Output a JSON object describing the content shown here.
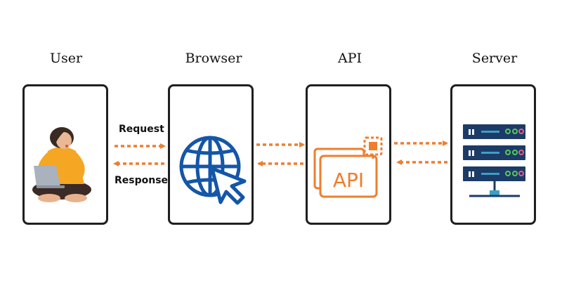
{
  "columns": [
    {
      "title": "User"
    },
    {
      "title": "Browser"
    },
    {
      "title": "API"
    },
    {
      "title": "Server"
    }
  ],
  "arrows": {
    "request_label": "Request",
    "response_label": "Response"
  },
  "api_badge_text": "API",
  "colors": {
    "card_border": "#1f1f1f",
    "arrow": "#ef7d2e",
    "globe": "#1456a8",
    "api": "#ef7d2e",
    "server": "#1c3b66",
    "server_bar": "#3aa0c8",
    "led_green": "#58c85a",
    "led_pink": "#e85a8c"
  }
}
